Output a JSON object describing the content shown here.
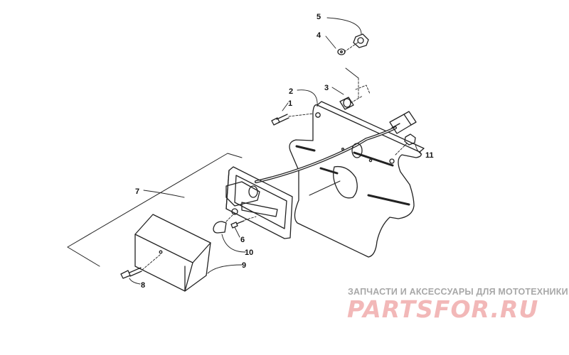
{
  "callouts": [
    {
      "id": "1",
      "label": "1"
    },
    {
      "id": "2",
      "label": "2"
    },
    {
      "id": "3",
      "label": "3"
    },
    {
      "id": "4",
      "label": "4"
    },
    {
      "id": "5",
      "label": "5"
    },
    {
      "id": "6",
      "label": "6"
    },
    {
      "id": "7",
      "label": "7"
    },
    {
      "id": "8",
      "label": "8"
    },
    {
      "id": "9",
      "label": "9"
    },
    {
      "id": "10",
      "label": "10"
    },
    {
      "id": "11",
      "label": "11"
    }
  ],
  "watermark": {
    "subtitle": "ЗАПЧАСТИ И АКСЕССУАРЫ ДЛЯ МОТОТЕХНИКИ",
    "brand": "PARTSFOR.RU",
    "brand_color": "#f2b8b8",
    "subtitle_color": "#a8a8a8"
  },
  "colors": {
    "line": "#222222",
    "background": "#ffffff"
  }
}
